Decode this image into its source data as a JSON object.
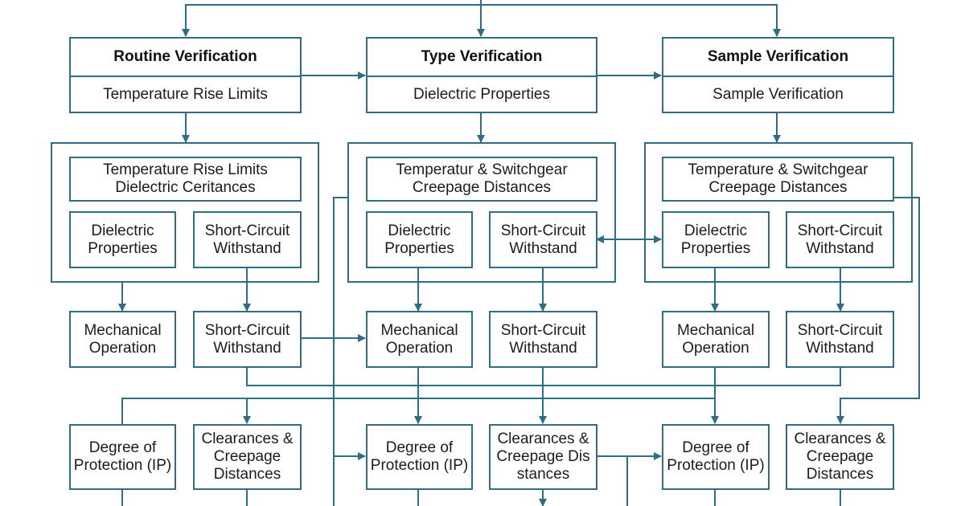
{
  "colors": {
    "line": "#2f6d87",
    "text": "#1c1c1c"
  },
  "columns": [
    {
      "title": "Routine Verification",
      "subtitle": "Temperature Rise Limits",
      "group_header": [
        "Temperature Rise Limits",
        "Dielectric Ceritances"
      ],
      "group_left": [
        "Dielectric",
        "Properties"
      ],
      "group_right": [
        "Short-Circuit",
        "Withstand"
      ],
      "mid_left": [
        "Mechanical",
        "Operation"
      ],
      "mid_right": [
        "Short-Circuit",
        "Withstand"
      ],
      "bottom_left": [
        "Degree of",
        "Protection (IP)"
      ],
      "bottom_right": [
        "Clearances &",
        "Creepage",
        "Distances"
      ]
    },
    {
      "title": "Type Verification",
      "subtitle": "Dielectric Properties",
      "group_header": [
        "Temperatur & Switchgear",
        "Creepage Distances"
      ],
      "group_left": [
        "Dielectric",
        "Properties"
      ],
      "group_right": [
        "Short-Circuit",
        "Withstand"
      ],
      "mid_left": [
        "Mechanical",
        "Operation"
      ],
      "mid_right": [
        "Short-Circuit",
        "Withstand"
      ],
      "bottom_left": [
        "Degree of",
        "Protection (IP)"
      ],
      "bottom_right": [
        "Clearances &",
        "Creepage Dis",
        "stances"
      ]
    },
    {
      "title": "Sample Verification",
      "subtitle": "Sample Verification",
      "group_header": [
        "Temperature & Switchgear",
        "Creepage Distances"
      ],
      "group_left": [
        "Dielectric",
        "Properties"
      ],
      "group_right": [
        "Short-Circuit",
        "Withstand"
      ],
      "mid_left": [
        "Mechanical",
        "Operation"
      ],
      "mid_right": [
        "Short-Circuit",
        "Withstand"
      ],
      "bottom_left": [
        "Degree of",
        "Protection (IP)"
      ],
      "bottom_right": [
        "Clearances &",
        "Creepage",
        "Distances"
      ]
    }
  ]
}
